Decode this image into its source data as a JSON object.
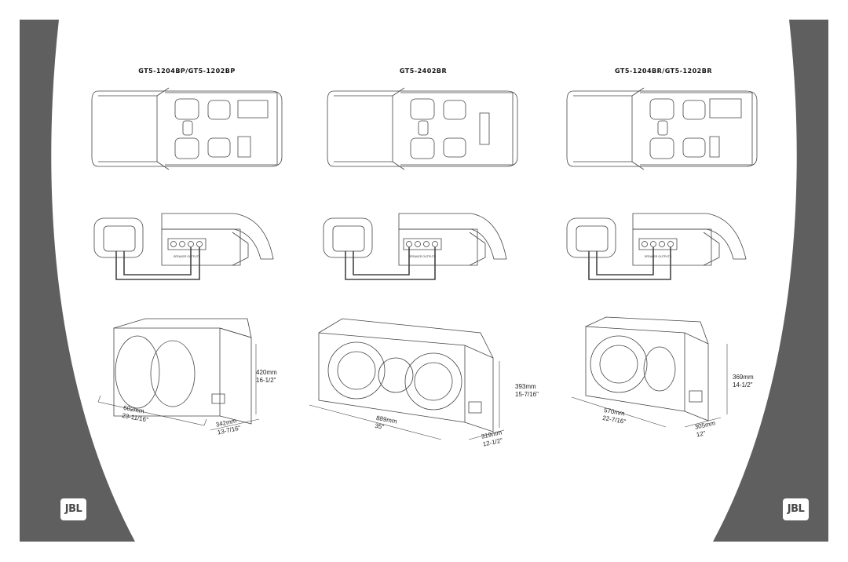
{
  "colors": {
    "panel": "#5f5f5f",
    "line": "#444444",
    "logo_bg": "#ffffff"
  },
  "logo": {
    "text": "JBL"
  },
  "columns": [
    {
      "title": "GT5-1204BP/GT5-1202BP",
      "amp_label": "SPEAKER OUTPUTS",
      "dims": {
        "height_mm": "420mm",
        "height_in": "16-1/2\"",
        "width_mm": "602mm",
        "width_in": "23-11/16\"",
        "depth_mm": "342mm",
        "depth_in": "13-7/16\""
      }
    },
    {
      "title": "GT5-2402BR",
      "amp_label": "SPEAKER OUTPUTS",
      "dims": {
        "height_mm": "393mm",
        "height_in": "15-7/16\"",
        "width_mm": "889mm",
        "width_in": "35\"",
        "depth_mm": "319mm",
        "depth_in": "12-1/2\""
      }
    },
    {
      "title": "GT5-1204BR/GT5-1202BR",
      "amp_label": "SPEAKER OUTPUTS",
      "dims": {
        "height_mm": "369mm",
        "height_in": "14-1/2\"",
        "width_mm": "570mm",
        "width_in": "22-7/16\"",
        "depth_mm": "305mm",
        "depth_in": "12\""
      }
    }
  ]
}
